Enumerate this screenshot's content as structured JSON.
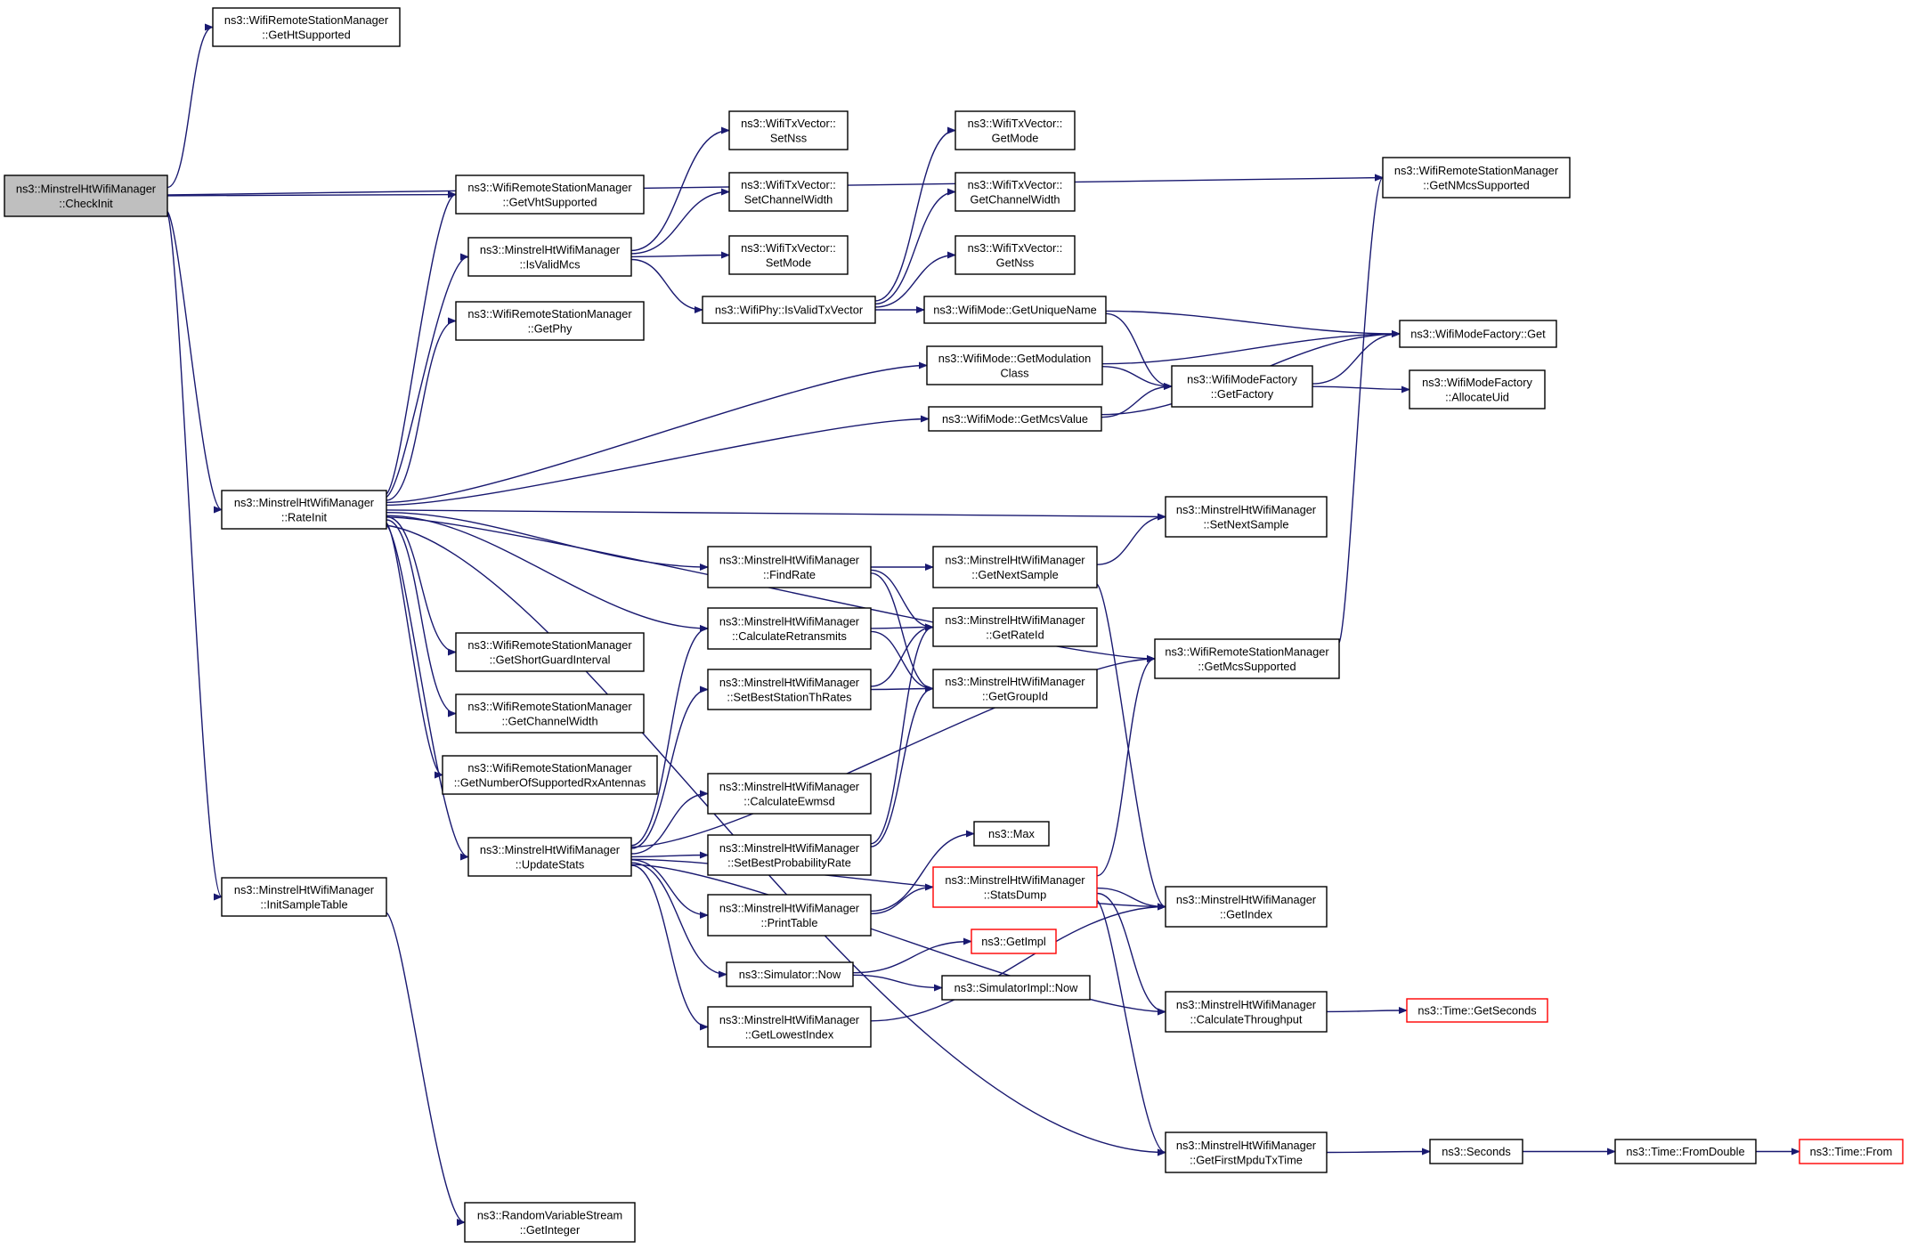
{
  "colors": {
    "edge": "#191970",
    "node_border": "#000000",
    "node_fill": "#ffffff",
    "root_fill": "#bfbfbf",
    "truncated_border": "#ff0000"
  },
  "nodes": [
    {
      "id": "CheckInit",
      "lines": [
        "ns3::MinstrelHtWifiManager",
        "::CheckInit"
      ],
      "style": "root"
    },
    {
      "id": "GetHtSupported",
      "lines": [
        "ns3::WifiRemoteStationManager",
        "::GetHtSupported"
      ]
    },
    {
      "id": "GetVhtSupported",
      "lines": [
        "ns3::WifiRemoteStationManager",
        "::GetVhtSupported"
      ]
    },
    {
      "id": "IsValidMcs",
      "lines": [
        "ns3::MinstrelHtWifiManager",
        "::IsValidMcs"
      ]
    },
    {
      "id": "GetPhy",
      "lines": [
        "ns3::WifiRemoteStationManager",
        "::GetPhy"
      ]
    },
    {
      "id": "RateInit",
      "lines": [
        "ns3::MinstrelHtWifiManager",
        "::RateInit"
      ]
    },
    {
      "id": "GetShortGuardInterval",
      "lines": [
        "ns3::WifiRemoteStationManager",
        "::GetShortGuardInterval"
      ]
    },
    {
      "id": "GetChannelWidthRSM",
      "lines": [
        "ns3::WifiRemoteStationManager",
        "::GetChannelWidth"
      ]
    },
    {
      "id": "GetNumberOfSupportedRxAntennas",
      "lines": [
        "ns3::WifiRemoteStationManager",
        "::GetNumberOfSupportedRxAntennas"
      ]
    },
    {
      "id": "UpdateStats",
      "lines": [
        "ns3::MinstrelHtWifiManager",
        "::UpdateStats"
      ]
    },
    {
      "id": "InitSampleTable",
      "lines": [
        "ns3::MinstrelHtWifiManager",
        "::InitSampleTable"
      ]
    },
    {
      "id": "GetInteger",
      "lines": [
        "ns3::RandomVariableStream",
        "::GetInteger"
      ]
    },
    {
      "id": "TxSetNss",
      "lines": [
        "ns3::WifiTxVector::",
        "SetNss"
      ]
    },
    {
      "id": "TxSetChannelWidth",
      "lines": [
        "ns3::WifiTxVector::",
        "SetChannelWidth"
      ]
    },
    {
      "id": "TxSetMode",
      "lines": [
        "ns3::WifiTxVector::",
        "SetMode"
      ]
    },
    {
      "id": "IsValidTxVector",
      "lines": [
        "ns3::WifiPhy::IsValidTxVector"
      ]
    },
    {
      "id": "TxGetMode",
      "lines": [
        "ns3::WifiTxVector::",
        "GetMode"
      ]
    },
    {
      "id": "TxGetChannelWidth",
      "lines": [
        "ns3::WifiTxVector::",
        "GetChannelWidth"
      ]
    },
    {
      "id": "TxGetNss",
      "lines": [
        "ns3::WifiTxVector::",
        "GetNss"
      ]
    },
    {
      "id": "GetUniqueName",
      "lines": [
        "ns3::WifiMode::GetUniqueName"
      ]
    },
    {
      "id": "GetModulationClass",
      "lines": [
        "ns3::WifiMode::GetModulation",
        "Class"
      ]
    },
    {
      "id": "GetMcsValue",
      "lines": [
        "ns3::WifiMode::GetMcsValue"
      ]
    },
    {
      "id": "GetNMcsSupported",
      "lines": [
        "ns3::WifiRemoteStationManager",
        "::GetNMcsSupported"
      ]
    },
    {
      "id": "FactoryGet",
      "lines": [
        "ns3::WifiModeFactory::Get"
      ]
    },
    {
      "id": "GetFactory",
      "lines": [
        "ns3::WifiModeFactory",
        "::GetFactory"
      ]
    },
    {
      "id": "AllocateUid",
      "lines": [
        "ns3::WifiModeFactory",
        "::AllocateUid"
      ]
    },
    {
      "id": "SetNextSample",
      "lines": [
        "ns3::MinstrelHtWifiManager",
        "::SetNextSample"
      ]
    },
    {
      "id": "FindRate",
      "lines": [
        "ns3::MinstrelHtWifiManager",
        "::FindRate"
      ]
    },
    {
      "id": "GetNextSample",
      "lines": [
        "ns3::MinstrelHtWifiManager",
        "::GetNextSample"
      ]
    },
    {
      "id": "CalculateRetransmits",
      "lines": [
        "ns3::MinstrelHtWifiManager",
        "::CalculateRetransmits"
      ]
    },
    {
      "id": "GetRateId",
      "lines": [
        "ns3::MinstrelHtWifiManager",
        "::GetRateId"
      ]
    },
    {
      "id": "SetBestStationThRates",
      "lines": [
        "ns3::MinstrelHtWifiManager",
        "::SetBestStationThRates"
      ]
    },
    {
      "id": "GetGroupId",
      "lines": [
        "ns3::MinstrelHtWifiManager",
        "::GetGroupId"
      ]
    },
    {
      "id": "GetMcsSupported",
      "lines": [
        "ns3::WifiRemoteStationManager",
        "::GetMcsSupported"
      ]
    },
    {
      "id": "CalculateEwmsd",
      "lines": [
        "ns3::MinstrelHtWifiManager",
        "::CalculateEwmsd"
      ]
    },
    {
      "id": "SetBestProbabilityRate",
      "lines": [
        "ns3::MinstrelHtWifiManager",
        "::SetBestProbabilityRate"
      ]
    },
    {
      "id": "Max",
      "lines": [
        "ns3::Max"
      ]
    },
    {
      "id": "StatsDump",
      "lines": [
        "ns3::MinstrelHtWifiManager",
        "::StatsDump"
      ],
      "style": "truncated"
    },
    {
      "id": "PrintTable",
      "lines": [
        "ns3::MinstrelHtWifiManager",
        "::PrintTable"
      ]
    },
    {
      "id": "GetIndex",
      "lines": [
        "ns3::MinstrelHtWifiManager",
        "::GetIndex"
      ]
    },
    {
      "id": "GetImpl",
      "lines": [
        "ns3::GetImpl"
      ],
      "style": "truncated"
    },
    {
      "id": "SimulatorNow",
      "lines": [
        "ns3::Simulator::Now"
      ]
    },
    {
      "id": "SimulatorImplNow",
      "lines": [
        "ns3::SimulatorImpl::Now"
      ]
    },
    {
      "id": "GetLowestIndex",
      "lines": [
        "ns3::MinstrelHtWifiManager",
        "::GetLowestIndex"
      ]
    },
    {
      "id": "CalculateThroughput",
      "lines": [
        "ns3::MinstrelHtWifiManager",
        "::CalculateThroughput"
      ]
    },
    {
      "id": "GetSeconds",
      "lines": [
        "ns3::Time::GetSeconds"
      ],
      "style": "truncated"
    },
    {
      "id": "GetFirstMpduTxTime",
      "lines": [
        "ns3::MinstrelHtWifiManager",
        "::GetFirstMpduTxTime"
      ]
    },
    {
      "id": "Seconds",
      "lines": [
        "ns3::Seconds"
      ]
    },
    {
      "id": "FromDouble",
      "lines": [
        "ns3::Time::FromDouble"
      ]
    },
    {
      "id": "TimeFrom",
      "lines": [
        "ns3::Time::From"
      ],
      "style": "truncated"
    }
  ],
  "edges": [
    [
      "CheckInit",
      "GetHtSupported"
    ],
    [
      "CheckInit",
      "GetNMcsSupported"
    ],
    [
      "CheckInit",
      "GetVhtSupported"
    ],
    [
      "CheckInit",
      "RateInit"
    ],
    [
      "CheckInit",
      "InitSampleTable"
    ],
    [
      "InitSampleTable",
      "GetInteger"
    ],
    [
      "IsValidMcs",
      "TxSetNss"
    ],
    [
      "IsValidMcs",
      "TxSetChannelWidth"
    ],
    [
      "IsValidMcs",
      "TxSetMode"
    ],
    [
      "IsValidMcs",
      "IsValidTxVector"
    ],
    [
      "IsValidTxVector",
      "TxGetMode"
    ],
    [
      "IsValidTxVector",
      "TxGetChannelWidth"
    ],
    [
      "IsValidTxVector",
      "TxGetNss"
    ],
    [
      "IsValidTxVector",
      "GetUniqueName"
    ],
    [
      "GetUniqueName",
      "FactoryGet"
    ],
    [
      "GetUniqueName",
      "GetFactory"
    ],
    [
      "GetModulationClass",
      "FactoryGet"
    ],
    [
      "GetModulationClass",
      "GetFactory"
    ],
    [
      "GetMcsValue",
      "GetFactory"
    ],
    [
      "GetMcsValue",
      "FactoryGet"
    ],
    [
      "GetFactory",
      "FactoryGet"
    ],
    [
      "GetFactory",
      "AllocateUid"
    ],
    [
      "RateInit",
      "GetVhtSupported"
    ],
    [
      "RateInit",
      "IsValidMcs"
    ],
    [
      "RateInit",
      "GetPhy"
    ],
    [
      "RateInit",
      "GetModulationClass"
    ],
    [
      "RateInit",
      "GetMcsValue"
    ],
    [
      "RateInit",
      "SetNextSample"
    ],
    [
      "RateInit",
      "GetMcsSupported"
    ],
    [
      "RateInit",
      "FindRate"
    ],
    [
      "RateInit",
      "CalculateRetransmits"
    ],
    [
      "RateInit",
      "GetShortGuardInterval"
    ],
    [
      "RateInit",
      "GetChannelWidthRSM"
    ],
    [
      "RateInit",
      "GetNumberOfSupportedRxAntennas"
    ],
    [
      "RateInit",
      "UpdateStats"
    ],
    [
      "RateInit",
      "GetFirstMpduTxTime"
    ],
    [
      "FindRate",
      "GetNextSample"
    ],
    [
      "FindRate",
      "GetRateId"
    ],
    [
      "FindRate",
      "GetGroupId"
    ],
    [
      "GetNextSample",
      "SetNextSample"
    ],
    [
      "GetNextSample",
      "GetIndex"
    ],
    [
      "CalculateRetransmits",
      "GetRateId"
    ],
    [
      "CalculateRetransmits",
      "GetGroupId"
    ],
    [
      "SetBestStationThRates",
      "GetRateId"
    ],
    [
      "SetBestStationThRates",
      "GetGroupId"
    ],
    [
      "GetMcsSupported",
      "GetNMcsSupported"
    ],
    [
      "UpdateStats",
      "CalculateRetransmits"
    ],
    [
      "UpdateStats",
      "SetBestStationThRates"
    ],
    [
      "UpdateStats",
      "GetMcsSupported"
    ],
    [
      "UpdateStats",
      "CalculateEwmsd"
    ],
    [
      "UpdateStats",
      "SetBestProbabilityRate"
    ],
    [
      "UpdateStats",
      "PrintTable"
    ],
    [
      "UpdateStats",
      "SimulatorNow"
    ],
    [
      "UpdateStats",
      "GetLowestIndex"
    ],
    [
      "UpdateStats",
      "GetIndex"
    ],
    [
      "UpdateStats",
      "CalculateThroughput"
    ],
    [
      "SetBestProbabilityRate",
      "GetRateId"
    ],
    [
      "SetBestProbabilityRate",
      "GetGroupId"
    ],
    [
      "PrintTable",
      "Max"
    ],
    [
      "PrintTable",
      "StatsDump"
    ],
    [
      "StatsDump",
      "GetMcsSupported"
    ],
    [
      "StatsDump",
      "GetIndex"
    ],
    [
      "StatsDump",
      "CalculateThroughput"
    ],
    [
      "StatsDump",
      "GetFirstMpduTxTime"
    ],
    [
      "SimulatorNow",
      "GetImpl"
    ],
    [
      "SimulatorNow",
      "SimulatorImplNow"
    ],
    [
      "GetLowestIndex",
      "GetIndex"
    ],
    [
      "CalculateThroughput",
      "GetSeconds"
    ],
    [
      "GetFirstMpduTxTime",
      "Seconds"
    ],
    [
      "Seconds",
      "FromDouble"
    ],
    [
      "FromDouble",
      "TimeFrom"
    ]
  ]
}
